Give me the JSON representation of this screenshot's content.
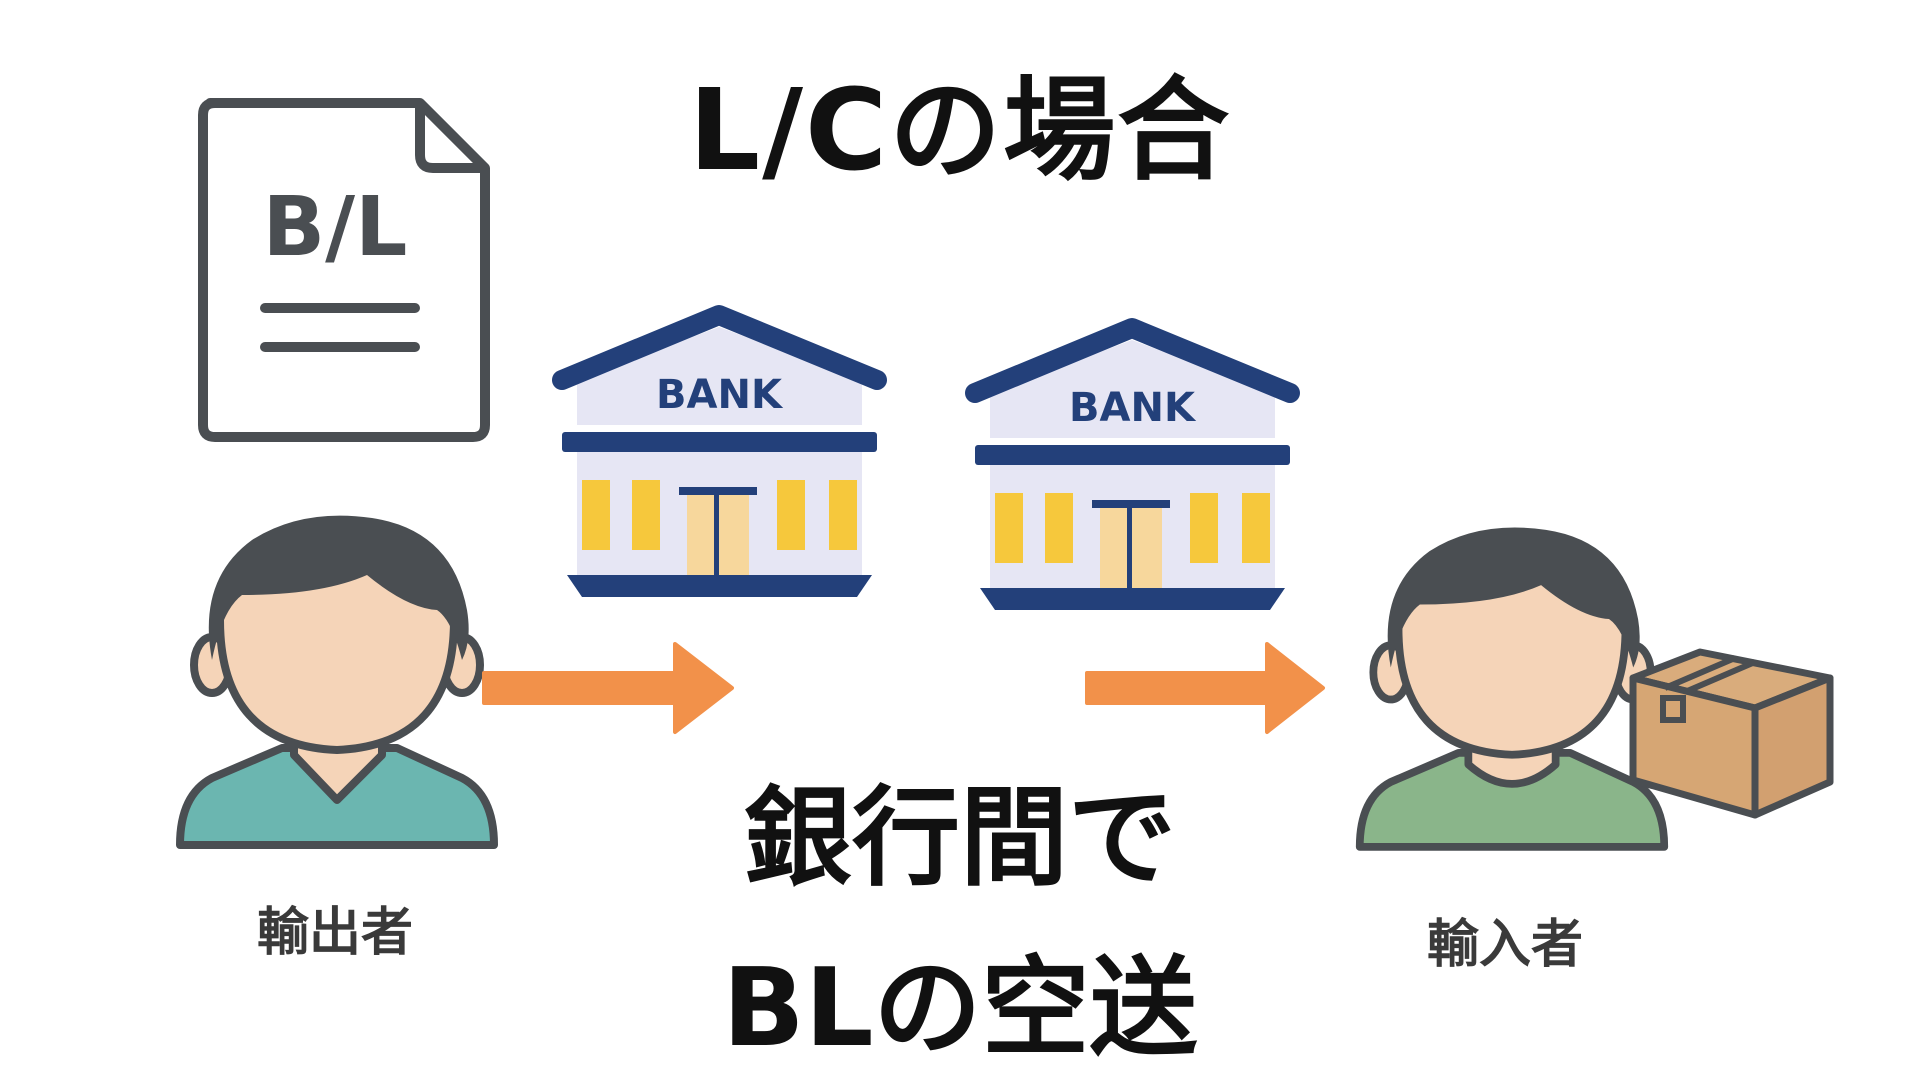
{
  "title": "L/Cの場合",
  "document": {
    "label": "B/L",
    "icon": "bill-of-lading-document-icon"
  },
  "banks": [
    {
      "label": "BANK",
      "icon": "bank-building-icon"
    },
    {
      "label": "BANK",
      "icon": "bank-building-icon"
    }
  ],
  "exporter": {
    "label": "輸出者",
    "icon": "person-icon",
    "shirt_color": "#6bb6b0"
  },
  "importer": {
    "label": "輸入者",
    "icon": "person-icon",
    "shirt_color": "#8ab58a"
  },
  "package": {
    "icon": "cardboard-box-icon"
  },
  "arrows": {
    "color": "#f2914a",
    "icon": "arrow-right-icon"
  },
  "caption": {
    "line1": "銀行間で",
    "line2": "BLの空送"
  },
  "colors": {
    "bank_navy": "#23407a",
    "bank_gold": "#f6c83c",
    "bank_wall": "#e6e6f4",
    "skin": "#f5d4b8",
    "outline": "#4a4e52"
  }
}
